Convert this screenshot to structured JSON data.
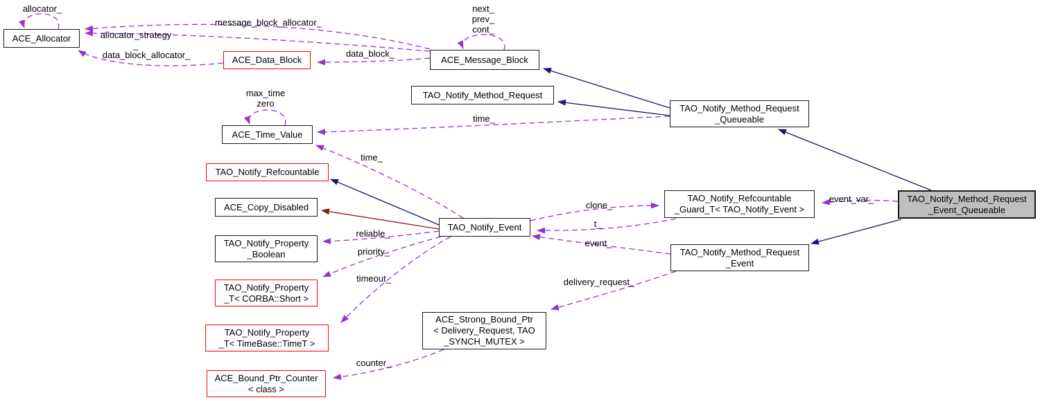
{
  "diagram_type": "class-collaboration-graph",
  "colors": {
    "usage_edge": "#9932CC",
    "inheritance_edge": "#191970",
    "private_inheritance_edge": "#8B1A1A",
    "focal_node_fill": "#BFBFBF",
    "node_border": "#1A1A1A",
    "truncated_node_border": "#FF0000"
  },
  "nodes": {
    "ace_allocator": "ACE_Allocator",
    "ace_data_block": "ACE_Data_Block",
    "ace_message_block": "ACE_Message_Block",
    "tao_notify_method_request": "TAO_Notify_Method_Request",
    "tao_notify_method_request_queueable": "TAO_Notify_Method_Request\n_Queueable",
    "ace_time_value": "ACE_Time_Value",
    "tao_notify_refcountable": "TAO_Notify_Refcountable",
    "ace_copy_disabled": "ACE_Copy_Disabled",
    "tao_notify_event": "TAO_Notify_Event",
    "tao_notify_property_boolean": "TAO_Notify_Property\n_Boolean",
    "tao_notify_property_t_corba_short": "TAO_Notify_Property\n_T< CORBA::Short >",
    "tao_notify_property_t_timebase_timet": "TAO_Notify_Property\n_T< TimeBase::TimeT >",
    "ace_bound_ptr_counter": "ACE_Bound_Ptr_Counter\n< class >",
    "ace_strong_bound_ptr": "ACE_Strong_Bound_Ptr\n< Delivery_Request, TAO\n_SYNCH_MUTEX >",
    "tao_notify_refcountable_guard_t": "TAO_Notify_Refcountable\n_Guard_T< TAO_Notify_Event >",
    "tao_notify_method_request_event": "TAO_Notify_Method_Request\n_Event",
    "tao_notify_method_request_event_queueable": "TAO_Notify_Method_Request\n_Event_Queueable"
  },
  "edge_labels": {
    "allocator_": "allocator_",
    "message_block_allocator_": "message_block_allocator_",
    "allocator_strategy_": "allocator_strategy\n_",
    "data_block_allocator_": "data_block_allocator_",
    "data_block_": "data_block_",
    "next_prev_cont_": "next_\nprev_\ncont_",
    "max_time_zero": "max_time\nzero",
    "time_": "time_",
    "reliable_": "reliable_",
    "priority_": "priority_",
    "timeout_": "timeout_",
    "counter_": "counter_",
    "delivery_request_": "delivery_request_",
    "clone_": "clone_",
    "t_": "t_",
    "event_": "event_",
    "event_var_": "event_var_"
  }
}
